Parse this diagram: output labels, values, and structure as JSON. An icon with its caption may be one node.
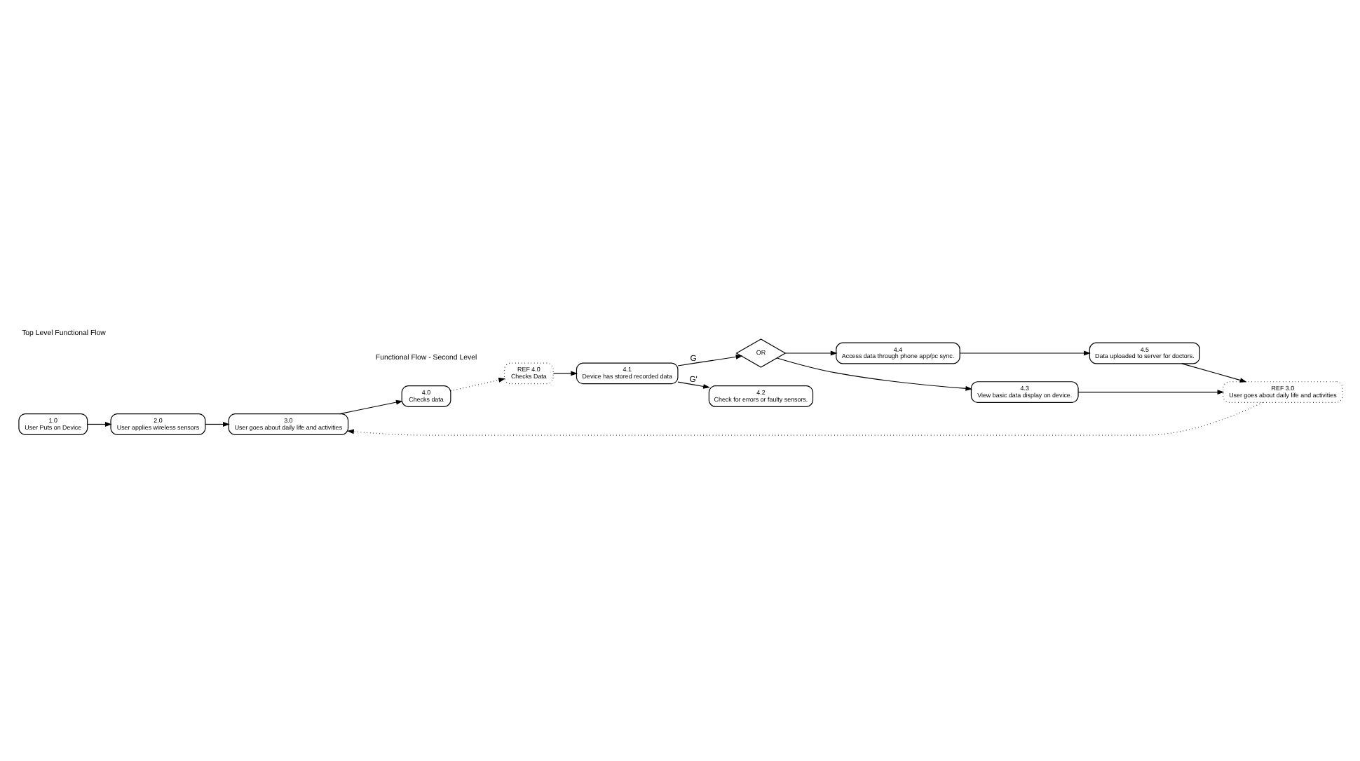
{
  "diagram": {
    "title": "Top Level Functional Flow",
    "nodes": [
      {
        "text": [
          "1.0",
          "User Puts on Device"
        ]
      },
      {
        "text": [
          "2.0",
          "User applies wireless sensors"
        ]
      },
      {
        "text": [
          "3.0",
          "User goes about daily life and activities"
        ]
      },
      {
        "text": [
          "4.0",
          "Checks data"
        ]
      },
      {
        "text": [
          "REF 4.0",
          "Checks Data"
        ]
      },
      {
        "text": [
          "4.1",
          "Device has stored recorded data"
        ]
      },
      {
        "text": [
          "4.2",
          "Check for errors or faulty sensors."
        ]
      },
      {
        "text": [
          "REF 3.0",
          "User goes about daily life and activities"
        ]
      },
      {
        "text": [
          "4.3",
          "View basic data display on device."
        ]
      },
      {
        "text": [
          "OR"
        ]
      },
      {
        "text": [
          "4.4",
          "Access data through phone app/pc sync."
        ]
      },
      {
        "text": [
          "4.5",
          "Data uploaded to server for doctors."
        ]
      }
    ],
    "edges": [
      {
        "from": 0,
        "to": 1,
        "arrow": "to"
      },
      {
        "from": 1,
        "to": 2,
        "arrow": "to"
      },
      {
        "from": 2,
        "to": 3,
        "arrow": "to"
      },
      {
        "from": 3,
        "to": 4,
        "arrow": "to",
        "style": "dashed"
      },
      {
        "from": 4,
        "to": 5,
        "arrow": "to"
      },
      {
        "from": 5,
        "to": 6,
        "arrow": "to",
        "label": "G'"
      },
      {
        "from": 5,
        "to": 9,
        "arrow": "to",
        "label": "G"
      },
      {
        "from": 9,
        "to": 8,
        "arrow": "to"
      },
      {
        "from": 9,
        "to": 10,
        "arrow": "to"
      },
      {
        "from": 8,
        "to": 7,
        "arrow": "to"
      },
      {
        "from": 10,
        "to": 11,
        "arrow": "to"
      },
      {
        "from": 11,
        "to": 7,
        "arrow": "to"
      },
      {
        "from": 7,
        "to": 2,
        "arrow": "to",
        "style": "dashed"
      }
    ],
    "labels": [
      "Functional Flow - Second Level"
    ]
  }
}
